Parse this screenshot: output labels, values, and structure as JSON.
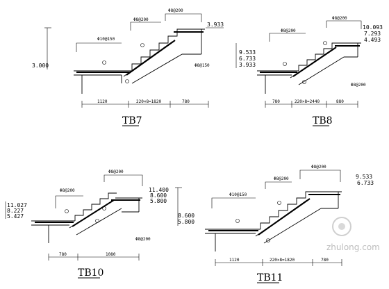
{
  "drawings": {
    "tb7": {
      "title": "TB7",
      "elev_top": "3.933",
      "elev_left": "3.000",
      "rebar_top": "Φ8@200",
      "rebar_left": "Φ10@150",
      "rebar_mid": "Φ8@200",
      "rebar_slab": "Φ8@150",
      "dim_left": "1120",
      "dim_mid": "220×8=1820",
      "dim_right": "780"
    },
    "tb8": {
      "title": "TB8",
      "elev_top1": "10.093",
      "elev_top2": "7.293",
      "elev_top3": "4.493",
      "elev_left1": "9.533",
      "elev_left2": "6.733",
      "elev_left3": "3.933",
      "rebar_top": "Φ8@200",
      "rebar_left": "Φ8@200",
      "rebar_slab": "Φ8@200",
      "dim_left": "780",
      "dim_mid": "220×8=2440",
      "dim_right": "880"
    },
    "tb10": {
      "title": "TB10",
      "elev_top1": "11.400",
      "elev_top2": "8.600",
      "elev_top3": "5.800",
      "elev_left1": "11.027",
      "elev_left2": "8.227",
      "elev_left3": "5.427",
      "rebar_top": "Φ8@200",
      "rebar_left": "Φ8@200",
      "rebar_slab": "Φ8@200",
      "dim_left": "780",
      "dim_right": "1080"
    },
    "tb11": {
      "title": "TB11",
      "elev_top1": "9.533",
      "elev_top2": "6.733",
      "elev_left1": "8.600",
      "elev_left2": "5.800",
      "rebar_top": "Φ8@200",
      "rebar_left": "Φ10@150",
      "rebar_mid": "Φ8@200",
      "dim_left": "1120",
      "dim_mid": "220×8=1820",
      "dim_right": "780"
    }
  },
  "watermark": "zhulong.com"
}
